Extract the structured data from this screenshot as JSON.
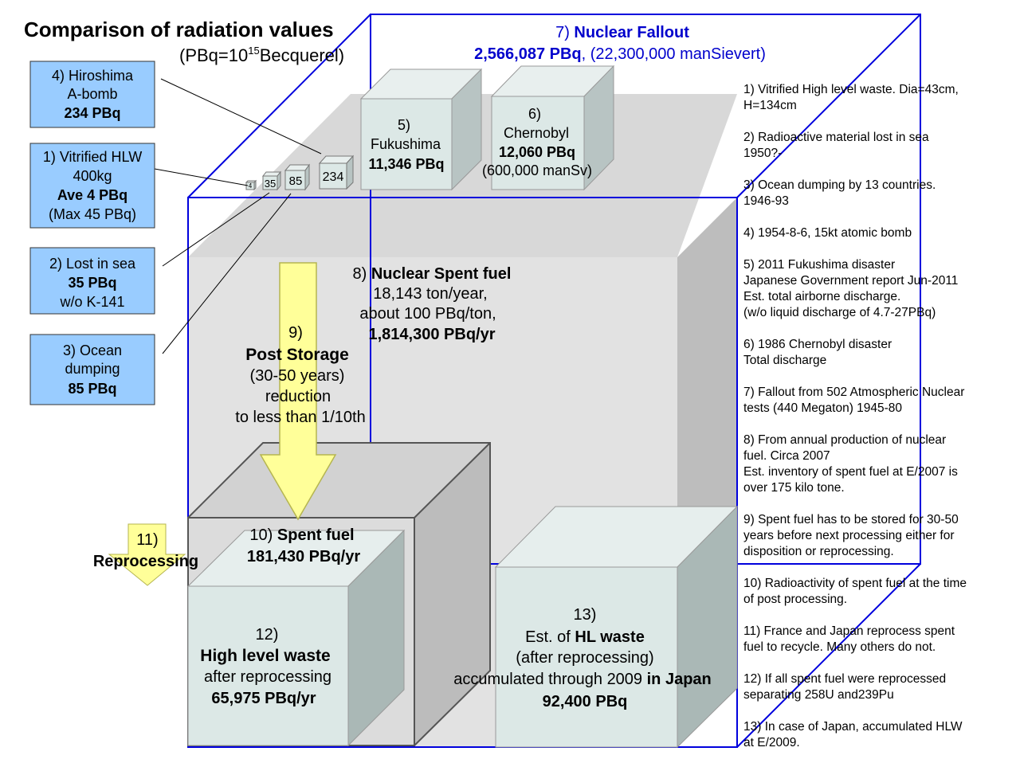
{
  "title": {
    "main": "Comparison of radiation values",
    "unit_prefix": "(PBq=10",
    "unit_exp": "15",
    "unit_suffix": "Becquerel)"
  },
  "fallout": {
    "label": "7) Nuclear Fallout",
    "value": "2,566,087 PBq",
    "extra": ", (22,300,000 manSievert)"
  },
  "left_boxes": {
    "hiroshima": {
      "l1": "4) Hiroshima",
      "l2": "A-bomb",
      "l3": "234 PBq"
    },
    "vitrified": {
      "l1": "1) Vitrified HLW",
      "l2": "400kg",
      "l3": "Ave 4 PBq",
      "l4": "(Max 45 PBq)"
    },
    "lost": {
      "l1": "2) Lost in sea",
      "l2": "35 PBq",
      "l3": "w/o K-141"
    },
    "ocean": {
      "l1": "3) Ocean",
      "l2": "dumping",
      "l3": "85 PBq"
    }
  },
  "small_cubes": {
    "c4": "4",
    "c35": "35",
    "c85": "85",
    "c234": "234"
  },
  "fukushima": {
    "l1": "5)",
    "l2": "Fukushima",
    "l3": "11,346 PBq"
  },
  "chernobyl": {
    "l1": "6)",
    "l2": "Chernobyl",
    "l3": "12,060 PBq",
    "l4": "(600,000 manSv)"
  },
  "spent_fuel_8": {
    "l1a": "8) ",
    "l1b": "Nuclear Spent fuel",
    "l2": "18,143 ton/year,",
    "l3": "about 100 PBq/ton,",
    "l4": "1,814,300 PBq/yr"
  },
  "post_storage": {
    "l1": "9)",
    "l2": "Post Storage",
    "l3": "(30-50 years)",
    "l4": "reduction",
    "l5": "to less than 1/10th"
  },
  "spent_fuel_10": {
    "l1a": "10) ",
    "l1b": "Spent fuel",
    "l2": "181,430 PBq/yr"
  },
  "reprocessing": {
    "l1": "11)",
    "l2": "Reprocessing"
  },
  "hlw_12": {
    "l1": "12)",
    "l2": "High level waste",
    "l3": "after reprocessing",
    "l4": "65,975 PBq/yr"
  },
  "hlw_13": {
    "l1": "13)",
    "l2a": "Est. of ",
    "l2b": "HL waste",
    "l3": "(after reprocessing)",
    "l4a": "accumulated through 2009 ",
    "l4b": "in Japan",
    "l5": "92,400 PBq"
  },
  "notes": [
    "1) Vitrified High level waste. Dia=43cm,\nH=134cm",
    "2) Radioactive material lost in sea\n1950?-",
    "3) Ocean dumping by 13 countries.\n1946-93",
    "4) 1954-8-6, 15kt atomic bomb",
    "5) 2011 Fukushima disaster\nJapanese Government report Jun-2011\nEst. total airborne discharge.\n(w/o liquid discharge of 4.7-27PBq)",
    "6) 1986 Chernobyl disaster\nTotal discharge",
    "7) Fallout from 502 Atmospheric Nuclear\ntests (440 Megaton) 1945-80",
    "8) From annual production of nuclear\nfuel. Circa 2007\nEst. inventory of spent fuel at E/2007 is\nover 175 kilo tone.",
    "9) Spent fuel has to be stored for 30-50\nyears before next processing either for\ndisposition or reprocessing.",
    "10) Radioactivity of spent fuel at the time\nof post processing.",
    "11) France and Japan reprocess spent\nfuel to recycle. Many others do not.",
    "12) If all spent fuel were reprocessed\nseparating 258U and239Pu",
    "13) In case of Japan, accumulated HLW\nat E/2009."
  ],
  "colors": {
    "fallout_blue": "#0000cc",
    "box_blue": "#99ccff",
    "arrow_yellow": "#ffff99",
    "cube_gray": "#d9d9d9",
    "cube_teal": "#dce8e6"
  }
}
